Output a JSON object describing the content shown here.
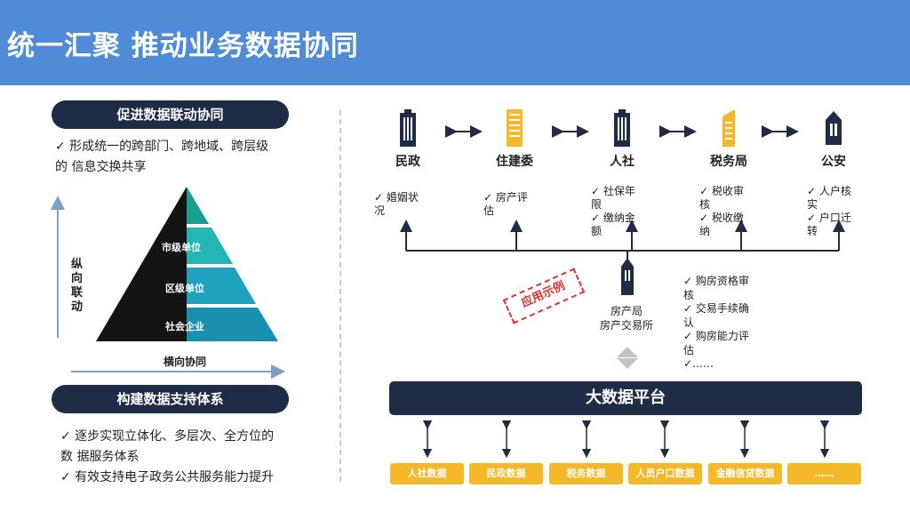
{
  "header": {
    "title": "统一汇聚 推动业务数据协同"
  },
  "left": {
    "section1_title": "促进数据联动协同",
    "section1_lines": [
      "✓ 形成统一的跨部门、跨地域、跨层级",
      "的 信息交换共享"
    ],
    "pyramid": {
      "levels": [
        "市级单位",
        "区级单位",
        "社会企业"
      ],
      "vertical_label": [
        "纵",
        "向",
        "联",
        "动"
      ],
      "horizontal_label": "横向协同"
    },
    "section2_title": "构建数据支持体系",
    "section2_lines": [
      "✓ 逐步实现立体化、多层次、全方位的",
      "数 据服务体系",
      "✓ 有效支持电子政务公共服务能力提升"
    ]
  },
  "right": {
    "orgs": [
      {
        "name": "民政",
        "icon": "office-tower-icon",
        "items": [
          "✓ 婚姻状",
          "况"
        ]
      },
      {
        "name": "住建委",
        "icon": "office-tower-icon",
        "items": [
          "✓ 房产评",
          "估"
        ]
      },
      {
        "name": "人社",
        "icon": "office-tower-icon",
        "items": [
          "✓ 社保年",
          "限",
          "✓ 缴纳金",
          "额"
        ]
      },
      {
        "name": "税务局",
        "icon": "office-tower-icon",
        "items": [
          "✓ 税收审",
          "核",
          "✓ 税收缴",
          "纳"
        ]
      },
      {
        "name": "公安",
        "icon": "police-building-icon",
        "items": [
          "✓ 人户核",
          "实",
          "✓ 户口迁",
          "转"
        ]
      }
    ],
    "stamp": "应用示例",
    "center_name_1": "房产局",
    "center_name_2": "房产交易所",
    "center_items": [
      "✓ 购房资格审",
      "核",
      "✓ 交易手续确",
      "认",
      "✓ 购房能力评",
      "估",
      "✓……"
    ],
    "platform": "大数据平台",
    "data_sources": [
      "人社数据",
      "民政数据",
      "税务数据",
      "人员户口数据",
      "金融信贷数据",
      "……"
    ]
  },
  "colors": {
    "header": "#4f8bd6",
    "navy": "#1e2d45",
    "amber": "#f5b828",
    "teal": "#1a8fb0",
    "stamp": "#e03030"
  }
}
